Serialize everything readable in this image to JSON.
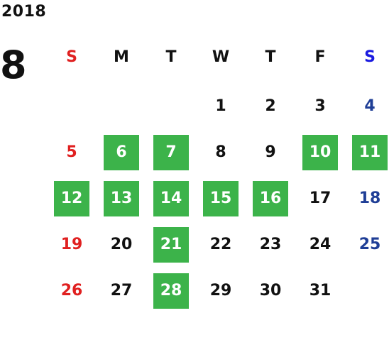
{
  "calendar": {
    "year": "2018",
    "month": "8",
    "weekdays": [
      "S",
      "M",
      "T",
      "W",
      "T",
      "F",
      "S"
    ],
    "weekday_colors": [
      "#e02020",
      "#111111",
      "#111111",
      "#111111",
      "#111111",
      "#111111",
      "#1a1ae0"
    ],
    "first_weekday_index": 3,
    "days_in_month": 31,
    "highlighted_days": [
      6,
      7,
      10,
      11,
      12,
      13,
      14,
      15,
      16,
      21,
      28
    ],
    "sunday_color": "#e02020",
    "saturday_color": "#1f3e96",
    "weekday_text_color": "#111111",
    "highlight_color": "#3cb34a",
    "highlight_text_color": "#ffffff"
  }
}
